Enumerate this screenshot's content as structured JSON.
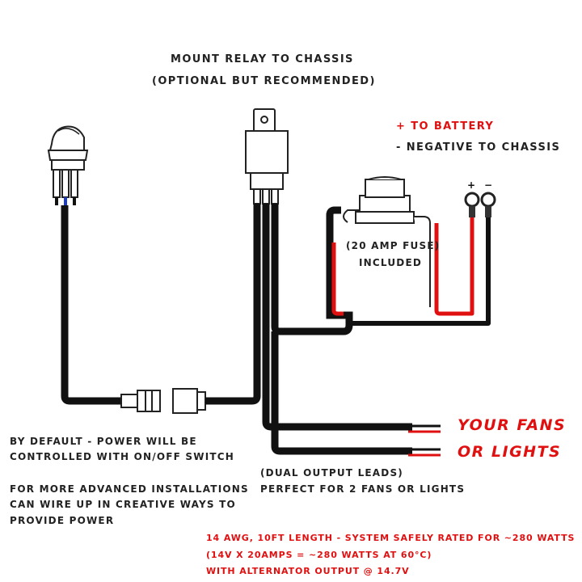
{
  "relay_note": {
    "line1": "MOUNT RELAY TO CHASSIS",
    "line2": "(OPTIONAL BUT RECOMMENDED)"
  },
  "battery_note": {
    "line1": "+ TO BATTERY",
    "line2": "- NEGATIVE TO CHASSIS"
  },
  "terminals": {
    "positive": "+",
    "negative": "−"
  },
  "fuse_note": {
    "line1": "(20 AMP FUSE)",
    "line2": "INCLUDED"
  },
  "switch_note": {
    "line1": "BY DEFAULT - POWER WILL BE",
    "line2": "CONTROLLED WITH ON/OFF SWITCH",
    "line3": "FOR MORE ADVANCED INSTALLATIONS",
    "line4": "CAN WIRE UP IN CREATIVE WAYS TO",
    "line5": "PROVIDE POWER"
  },
  "outputs_note": {
    "line1": "(DUAL OUTPUT LEADS)",
    "line2": "PERFECT FOR 2 FANS OR LIGHTS"
  },
  "load_label": {
    "line1": "YOUR FANS",
    "line2": "OR LIGHTS"
  },
  "spec_note": {
    "line1": "14 AWG, 10FT LENGTH - SYSTEM SAFELY RATED FOR ~280 WATTS",
    "line2": "(14V X 20AMPS = ~280 WATTS AT 60°C)",
    "line3": "WITH ALTERNATOR OUTPUT @ 14.7V"
  },
  "colors": {
    "wire_black": "#111111",
    "wire_red": "#e01010",
    "text_dark": "#222222",
    "text_red": "#e01010"
  }
}
